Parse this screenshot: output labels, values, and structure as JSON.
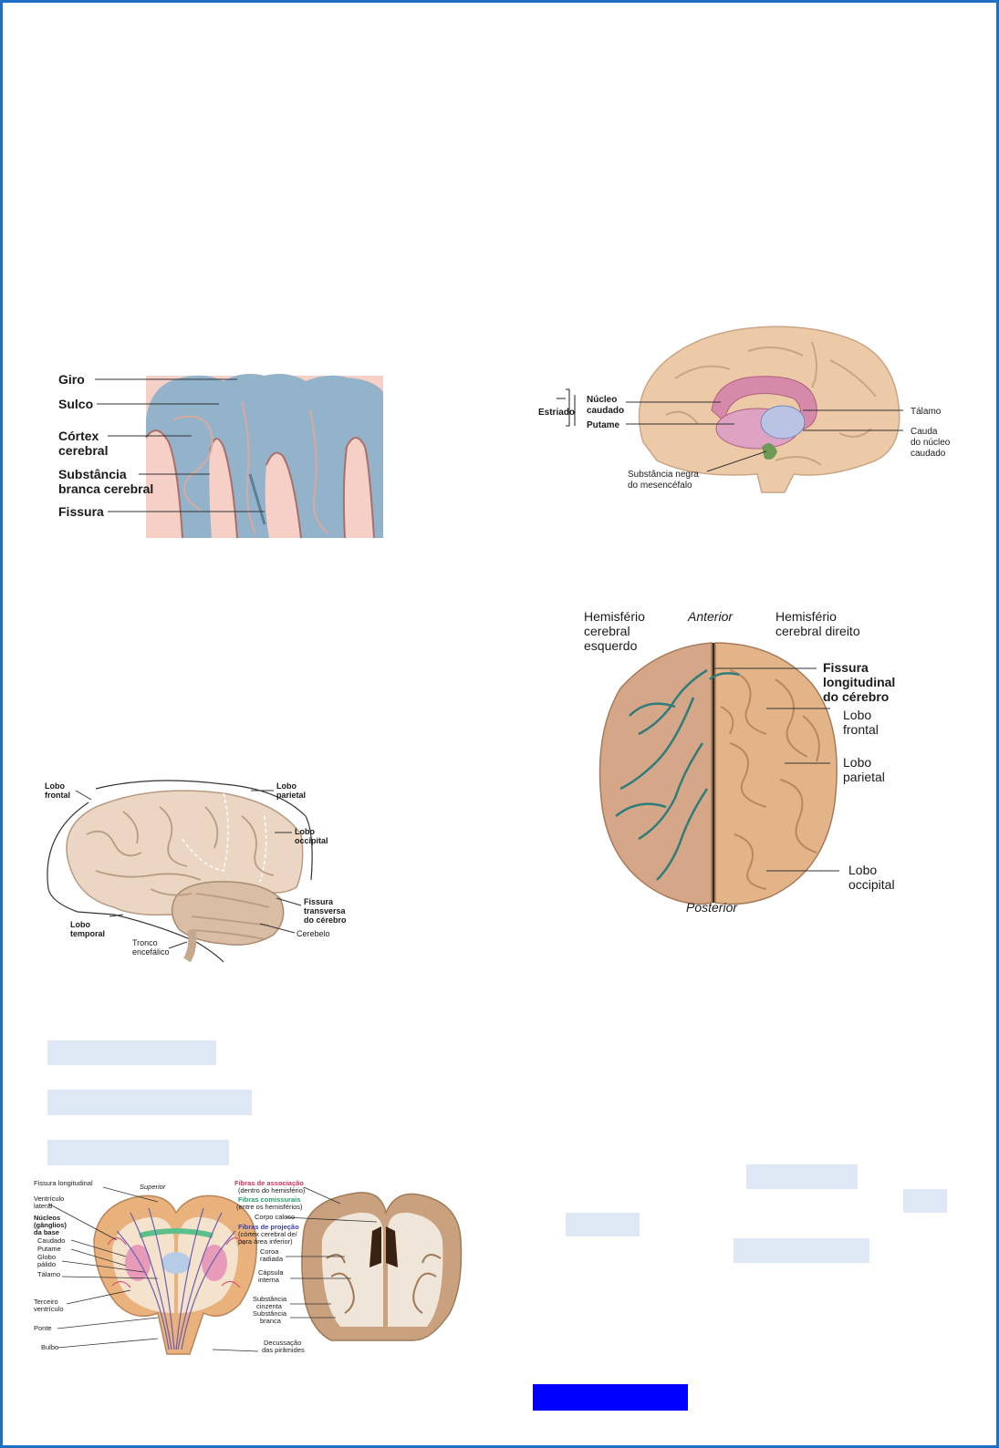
{
  "figure_cortex": {
    "labels": {
      "giro": "Giro",
      "sulco": "Sulco",
      "cortex_1": "Córtex",
      "cortex_2": "cerebral",
      "substancia_1": "Substância",
      "substancia_2": "branca cerebral",
      "fissura": "Fissura"
    }
  },
  "figure_basal": {
    "labels": {
      "estriado": "Estriado",
      "nucleo_1": "Núcleo",
      "nucleo_2": "caudado",
      "putame": "Putame",
      "talamo": "Tálamo",
      "cauda_1": "Cauda",
      "cauda_2": "do núcleo",
      "cauda_3": "caudado",
      "negra_1": "Substância negra",
      "negra_2": "do mesencéfalo"
    }
  },
  "figure_superior": {
    "labels": {
      "hemi_esq_1": "Hemisfério",
      "hemi_esq_2": "cerebral",
      "hemi_esq_3": "esquerdo",
      "anterior": "Anterior",
      "hemi_dir_1": "Hemisfério",
      "hemi_dir_2": "cerebral direito",
      "fissura_1": "Fissura",
      "fissura_2": "longitudinal",
      "fissura_3": "do cérebro",
      "frontal_1": "Lobo",
      "frontal_2": "frontal",
      "parietal_1": "Lobo",
      "parietal_2": "parietal",
      "occipital_1": "Lobo",
      "occipital_2": "occipital",
      "posterior": "Posterior"
    }
  },
  "figure_lateral": {
    "labels": {
      "frontal_1": "Lobo",
      "frontal_2": "frontal",
      "parietal_1": "Lobo",
      "parietal_2": "parietal",
      "occipital_1": "Lobo",
      "occipital_2": "occipital",
      "fissura_1": "Fissura",
      "fissura_2": "transversa",
      "fissura_3": "do cérebro",
      "cerebelo": "Cerebelo",
      "temporal_1": "Lobo",
      "temporal_2": "temporal",
      "tronco_1": "Tronco",
      "tronco_2": "encefálico"
    }
  },
  "figure_coronal": {
    "labels": {
      "fissura_long": "Fissura longitudinal",
      "superior": "Superior",
      "ventriculo_1": "Ventrículo",
      "ventriculo_2": "lateral",
      "nucleos_1": "Núcleos",
      "nucleos_2": "(gânglios)",
      "nucleos_3": "da base",
      "caudado": "Caudado",
      "putame": "Putame",
      "globo_1": "Globo",
      "globo_2": "pálido",
      "talamo": "Tálamo",
      "terceiro_1": "Terceiro",
      "terceiro_2": "ventrículo",
      "ponte": "Ponte",
      "bulbo": "Bulbo",
      "assoc_1": "Fibras de associação",
      "assoc_2": "(dentro do hemisfério)",
      "comis_1": "Fibras comissurais",
      "comis_2": "(entre os hemisférios)",
      "corpo": "Corpo caloso",
      "proj_1": "Fibras de projeção",
      "proj_2": "(córtex cerebral de/",
      "proj_3": "para área inferior)",
      "coroa_1": "Coroa",
      "coroa_2": "radiada",
      "capsula_1": "Cápsula",
      "capsula_2": "interna",
      "cinzenta_1": "Substância",
      "cinzenta_2": "cinzenta",
      "branca_1": "Substância",
      "branca_2": "branca",
      "decussacao_1": "Decussação",
      "decussacao_2": "das pirâmides"
    }
  },
  "colors": {
    "frame": "#1f6fc4",
    "blank_box": "#dde8f4",
    "blue_box": "#0000ff",
    "cortex_blue": "#93b3cb",
    "cortex_pink": "#f6d0c6",
    "brain_tan": "#e8c9a8",
    "vessel_green": "#2f7d7a"
  }
}
